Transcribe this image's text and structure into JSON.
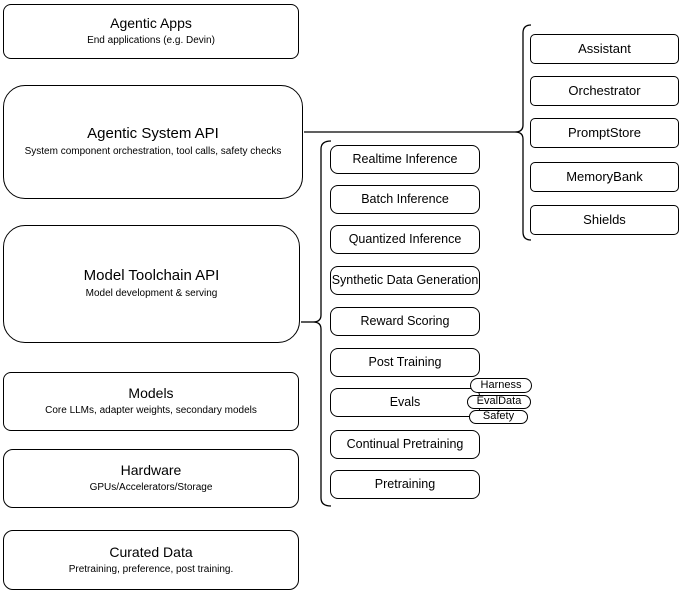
{
  "diagram": {
    "left_stack": [
      {
        "title": "Agentic Apps",
        "subtitle": "End applications (e.g. Devin)"
      },
      {
        "title": "Agentic System API",
        "subtitle": "System component orchestration, tool calls, safety checks"
      },
      {
        "title": "Model Toolchain API",
        "subtitle": "Model development & serving"
      },
      {
        "title": "Models",
        "subtitle": "Core LLMs, adapter weights, secondary models"
      },
      {
        "title": "Hardware",
        "subtitle": "GPUs/Accelerators/Storage"
      },
      {
        "title": "Curated Data",
        "subtitle": "Pretraining, preference, post training."
      }
    ],
    "toolchain_components": [
      "Realtime Inference",
      "Batch Inference",
      "Quantized Inference",
      "Synthetic Data Generation",
      "Reward Scoring",
      "Post Training",
      "Evals",
      "Continual Pretraining",
      "Pretraining"
    ],
    "eval_tags": [
      "Harness",
      "EvalData",
      "Safety"
    ],
    "system_components": [
      "Assistant",
      "Orchestrator",
      "PromptStore",
      "MemoryBank",
      "Shields"
    ],
    "colors": {
      "background": "#ffffff",
      "node_fill": "#ffffff",
      "stroke": "#000000",
      "text": "#000000"
    }
  }
}
